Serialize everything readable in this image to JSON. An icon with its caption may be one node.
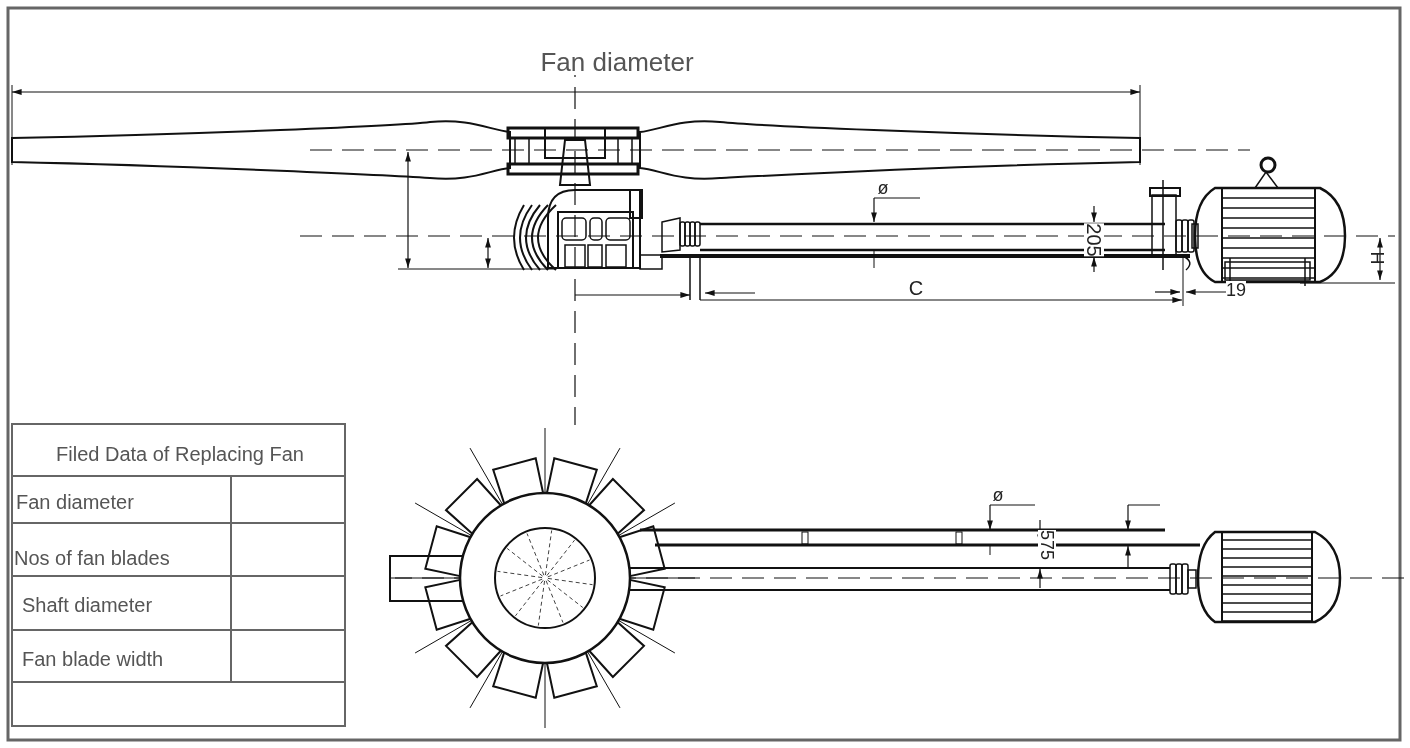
{
  "diagram": {
    "labels": [
      "Fan diameter",
      "ø",
      "205",
      "C",
      "19",
      "H",
      "ø",
      "575",
      "Filed Data of Replacing Fan",
      "Fan diameter",
      "Nos of fan blades",
      "Shaft diameter",
      "Fan blade width"
    ]
  }
}
